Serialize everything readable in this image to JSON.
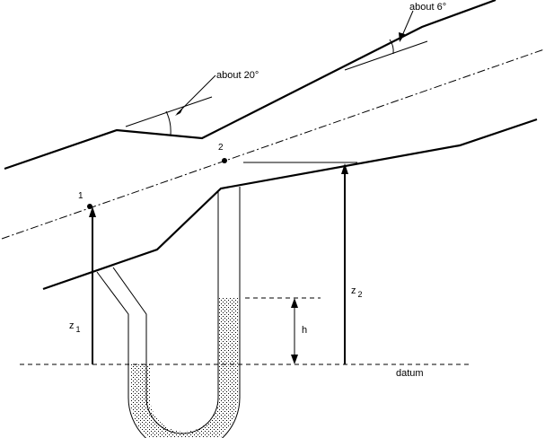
{
  "annotations": {
    "angle_large": "about 20°",
    "angle_small": "about 6°",
    "point_1": "1",
    "point_2": "2",
    "z1_base": "z",
    "z1_sub": "1",
    "z2_base": "z",
    "z2_sub": "2",
    "h": "h",
    "datum": "datum"
  },
  "colors": {
    "stroke": "#000000",
    "fluid": "#c8c8c8"
  }
}
